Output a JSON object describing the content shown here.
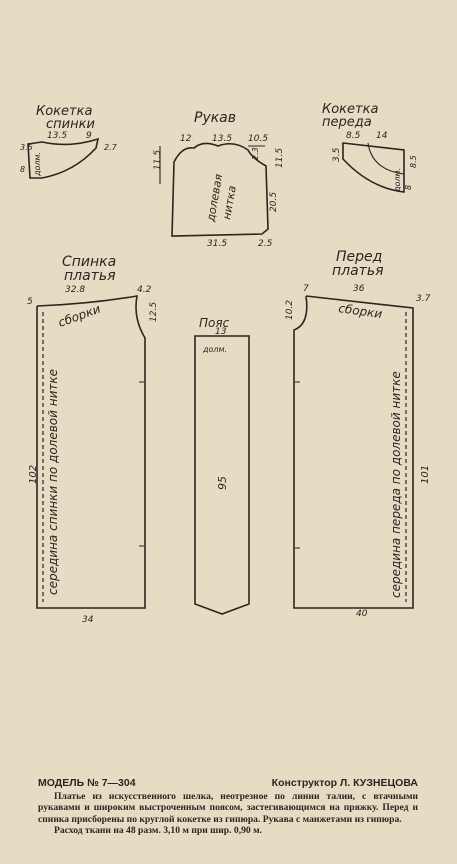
{
  "pieces": {
    "yoke_back": {
      "title1": "Кокетка",
      "title2": "спинки",
      "m_top1": "13.5",
      "m_top2": "9",
      "m_left1": "3.5",
      "m_left2": "8",
      "m_right": "2.7",
      "grain": "долм."
    },
    "sleeve": {
      "title": "Рукав",
      "m_top1": "12",
      "m_top2": "13.5",
      "m_top3": "10.5",
      "m_left": "11.5",
      "m_right1": "2.3",
      "m_right2": "11.5",
      "m_right3": "20.5",
      "m_bottom1": "31.5",
      "m_bottom2": "2.5",
      "grain1": "долевая",
      "grain2": "нитка"
    },
    "yoke_front": {
      "title1": "Кокетка",
      "title2": "переда",
      "m_top1": "8.5",
      "m_top2": "14",
      "m_left": "3.5",
      "m_right1": "8.5",
      "m_right2": "8",
      "grain": "долм."
    },
    "back": {
      "title1": "Спинка",
      "title2": "платья",
      "m_top1": "32.8",
      "m_top2": "4.2",
      "m_left_top": "5",
      "m_right": "12.5",
      "m_side": "102",
      "m_bottom": "34",
      "gather": "сборки",
      "center": "середина спинки по долевой нитке"
    },
    "belt": {
      "title": "Пояс",
      "m_top": "13",
      "m_length": "95",
      "grain": "долм."
    },
    "front": {
      "title1": "Перед",
      "title2": "платья",
      "m_top1": "7",
      "m_top2": "36",
      "m_right_top": "3.7",
      "m_left": "10.2",
      "m_side": "101",
      "m_bottom": "40",
      "gather": "сборки",
      "center": "середина переда по долевой нитке"
    }
  },
  "footer": {
    "model": "МОДЕЛЬ № 7—304",
    "designer": "Конструктор Л. КУЗНЕЦОВА",
    "text": "Платье из искусственного шелка, неотрезное по линии талии, с втачными рукавами и широким выстроченным поясом, застегивающимся на пряжку. Перед и спинка присборены по круглой кокетке из гипюра. Рукава с манжетами из гипюра.",
    "fabric": "Расход ткани на 48 разм. 3,10 м при шир. 0,90 м."
  }
}
